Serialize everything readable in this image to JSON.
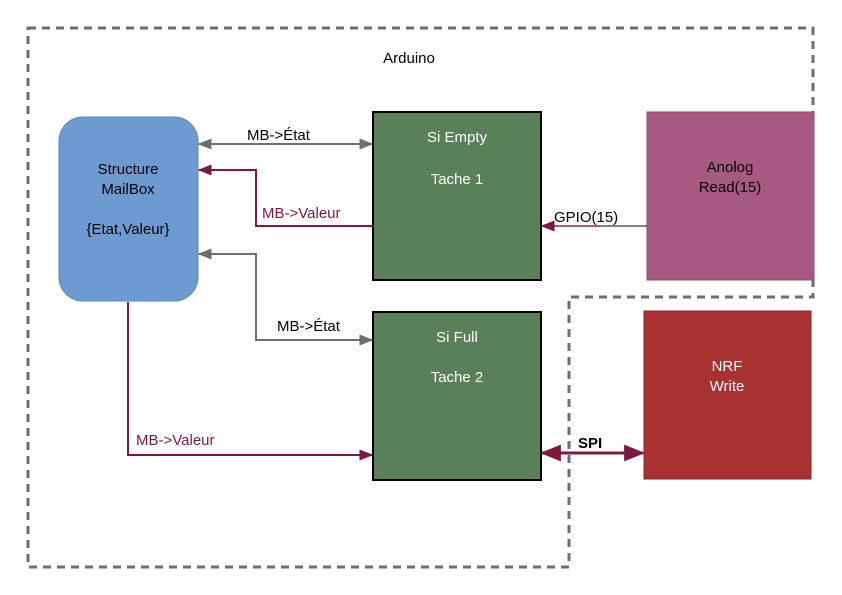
{
  "title": "Arduino",
  "colors": {
    "mailbox_fill": "#6d9bd1",
    "task_fill": "#5a8058",
    "analog_fill": "#a75a80",
    "nrf_fill": "#a83232",
    "grey_line": "#6e6e6e",
    "maroon_line": "#7b1a3c",
    "boundary": "#6e6e6e"
  },
  "mailbox": {
    "line1": "Structure",
    "line2": "MailBox",
    "line3": "{Etat,Valeur}"
  },
  "task1": {
    "line1": "Si Empty",
    "line2": "Tache 1"
  },
  "task2": {
    "line1": "Si Full",
    "line2": "Tache 2"
  },
  "analog": {
    "line1": "Anolog",
    "line2": "Read(15)"
  },
  "nrf": {
    "line1": "NRF",
    "line2": "Write"
  },
  "edges": {
    "mb_etat_1": "MB->État",
    "mb_valeur_1": "MB->Valeur",
    "mb_etat_2": "MB->État",
    "mb_valeur_2": "MB->Valeur",
    "gpio": "GPIO(15)",
    "spi": "SPI"
  }
}
